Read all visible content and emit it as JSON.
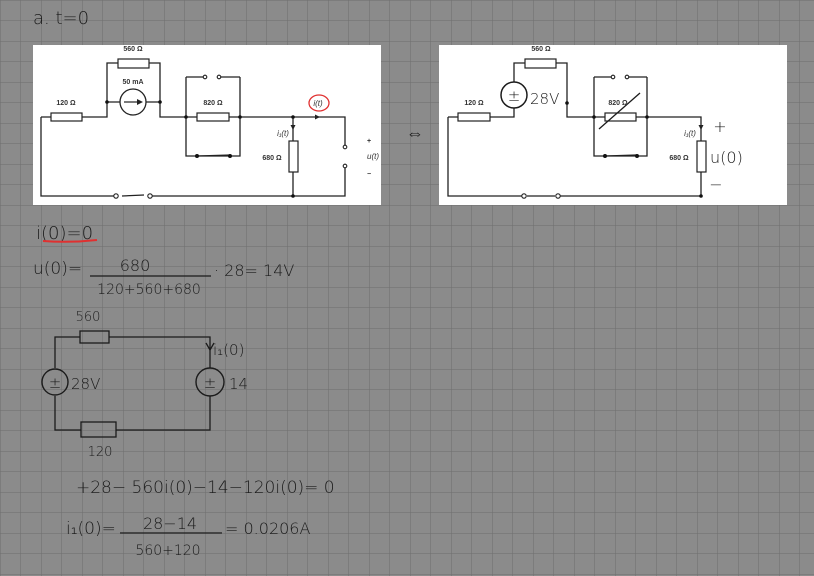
{
  "heading": "a.  t=0",
  "circuit1": {
    "r1": "120 Ω",
    "r2": "560 Ω",
    "source": "50 mA",
    "r3": "820 Ω",
    "r4": "680 Ω",
    "current": "i(t)",
    "current1": "i₁(t)",
    "plus": "+",
    "voltage": "u(t)",
    "minus": "−",
    "highlight_color": "#e03030"
  },
  "equivalence": "⇔",
  "circuit2": {
    "r1": "120 Ω",
    "r2": "560 Ω",
    "source": "28V",
    "source_sign": "±",
    "r3": "820 Ω",
    "r4": "680 Ω",
    "current1": "i₁(t)",
    "plus": "+",
    "voltage": "u(0)",
    "minus": "−"
  },
  "notes": {
    "i0": "i(0)=0",
    "u0_lhs": "u(0)=",
    "u0_num": "680",
    "u0_den": "120+560+680",
    "u0_rhs": "· 28= 14V",
    "sketch": {
      "r_top": "560",
      "r_bottom": "120",
      "src_left": "28V",
      "src_right": "14",
      "sign": "±",
      "current": "i₁(0)"
    },
    "kvl": "+28− 560i(0)−14−120i(0)= 0",
    "i1_lhs": "i₁(0)=",
    "i1_num": "28−14",
    "i1_den": "560+120",
    "i1_rhs": "= 0.0206A"
  }
}
